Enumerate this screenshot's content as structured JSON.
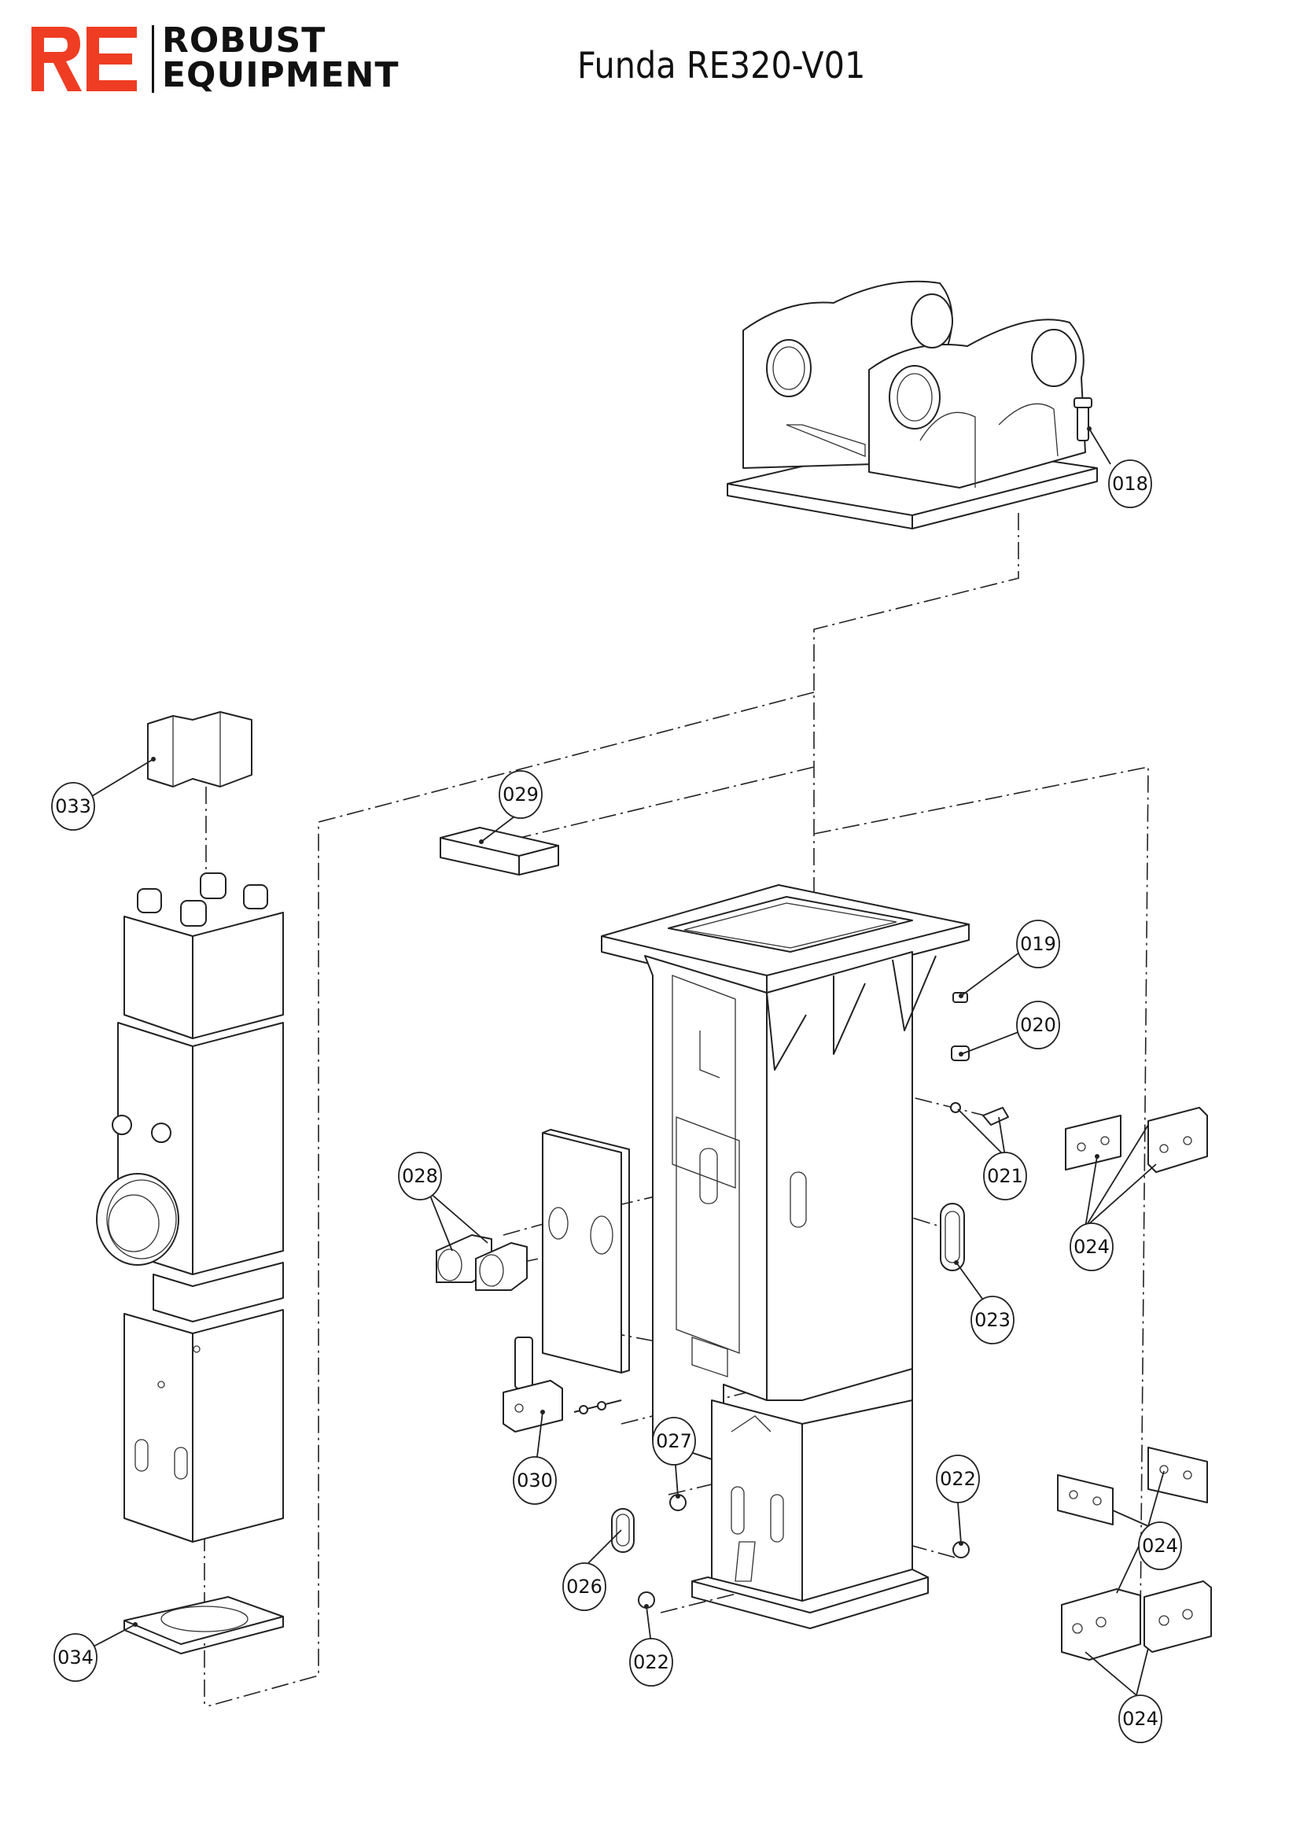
{
  "header": {
    "logo_line1": "ROBUST",
    "logo_line2": "EQUIPMENT",
    "title": "Funda RE320-V01"
  },
  "colors": {
    "brand_red": "#ee3d23",
    "line": "#222222"
  },
  "callouts": {
    "c018": "018",
    "c019": "019",
    "c020": "020",
    "c021": "021",
    "c022a": "022",
    "c022b": "022",
    "c023": "023",
    "c024a": "024",
    "c024b": "024",
    "c024c": "024",
    "c026": "026",
    "c027": "027",
    "c028": "028",
    "c029": "029",
    "c030": "030",
    "c033": "033",
    "c034": "034"
  }
}
